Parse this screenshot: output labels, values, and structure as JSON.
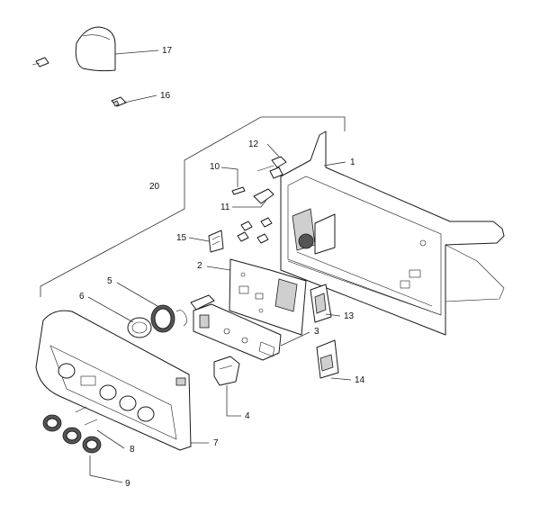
{
  "callouts": {
    "c1": "1",
    "c2": "2",
    "c3": "3",
    "c4": "4",
    "c5": "5",
    "c6": "6",
    "c7": "7",
    "c8": "8",
    "c9": "9",
    "c10": "10",
    "c11": "11",
    "c12": "12",
    "c13": "13",
    "c14": "14",
    "c15": "15",
    "c16": "16",
    "c17": "17",
    "c20": "20"
  },
  "colors": {
    "line": "#1a1a1a",
    "shade": "#cfcfcf",
    "background": "#ffffff"
  }
}
